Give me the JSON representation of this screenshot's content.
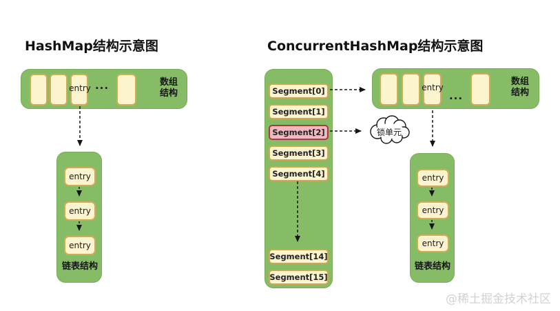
{
  "titles": {
    "left": "HashMap结构示意图",
    "right": "ConcurrentHashMap结构示意图"
  },
  "labels": {
    "entry": "entry",
    "ellipsis": "...",
    "array_structure": "数组\n结构",
    "list_structure": "链表结构",
    "lock_unit": "锁单元"
  },
  "segments": {
    "items": [
      {
        "label": "Segment[0]",
        "highlighted": false
      },
      {
        "label": "Segment[1]",
        "highlighted": false
      },
      {
        "label": "Segment[2]",
        "highlighted": true
      },
      {
        "label": "Segment[3]",
        "highlighted": false
      },
      {
        "label": "Segment[4]",
        "highlighted": false
      },
      {
        "label": "Segment[14]",
        "highlighted": false
      },
      {
        "label": "Segment[15]",
        "highlighted": false
      }
    ]
  },
  "watermark": "@稀土掘金技术社区",
  "colors": {
    "container_green": "#87BC66",
    "cell_cream": "#FCF3CF",
    "cell_border": "#D2AC55",
    "highlight_pink": "#F2B8BF",
    "highlight_border": "#A23B44",
    "arrow_black": "#161616",
    "watermark_gray": "#D2D2D2"
  }
}
